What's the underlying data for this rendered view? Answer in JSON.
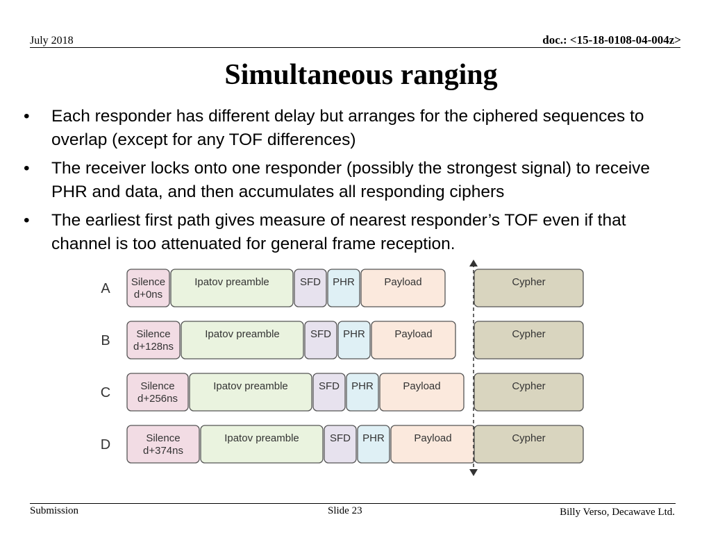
{
  "header": {
    "date": "July 2018",
    "doc": "doc.: <15-18-0108-04-004z>"
  },
  "title": "Simultaneous ranging",
  "bullets": [
    "Each responder has different delay but arranges for the ciphered sequences to overlap (except for any TOF differences)",
    "The receiver locks onto one responder (possibly the strongest signal) to receive PHR and data, and then accumulates all responding ciphers",
    "The earliest first path gives measure of nearest responder’s TOF even if that channel is too attenuated for general frame reception."
  ],
  "bullet_marker": "•",
  "diagram": {
    "colors": {
      "silence": "#f2dce4",
      "preamble": "#eaf3df",
      "sfd": "#e7e2ee",
      "phr": "#dff0f5",
      "payload": "#fbe9dd",
      "cypher": "#d9d5bf",
      "stroke": "#555555"
    },
    "rows": [
      {
        "label": "A",
        "silence": [
          "Silence",
          "d+0ns"
        ],
        "preamble": "Ipatov preamble",
        "sfd": "SFD",
        "phr": "PHR",
        "payload": "Payload",
        "cypher": "Cypher"
      },
      {
        "label": "B",
        "silence": [
          "Silence",
          "d+128ns"
        ],
        "preamble": "Ipatov preamble",
        "sfd": "SFD",
        "phr": "PHR",
        "payload": "Payload",
        "cypher": "Cypher"
      },
      {
        "label": "C",
        "silence": [
          "Silence",
          "d+256ns"
        ],
        "preamble": "Ipatov preamble",
        "sfd": "SFD",
        "phr": "PHR",
        "payload": "Payload",
        "cypher": "Cypher"
      },
      {
        "label": "D",
        "silence": [
          "Silence",
          "d+374ns"
        ],
        "preamble": "Ipatov preamble",
        "sfd": "SFD",
        "phr": "PHR",
        "payload": "Payload",
        "cypher": "Cypher"
      }
    ]
  },
  "footer": {
    "left": "Submission",
    "slide": "Slide 23",
    "author": "Billy Verso,  Decawave Ltd."
  }
}
